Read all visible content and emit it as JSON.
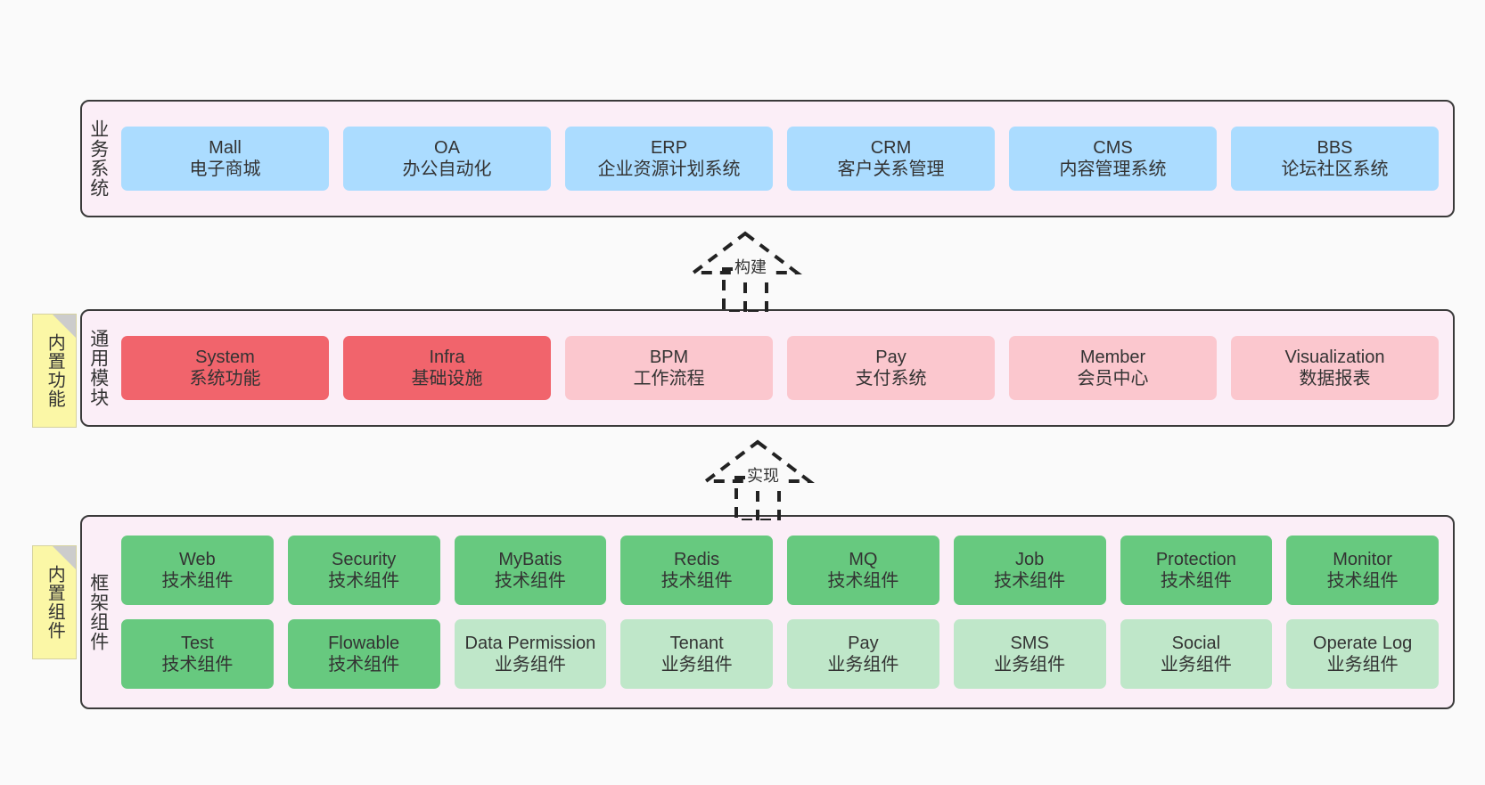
{
  "diagram": {
    "background": "#fafafa",
    "colors": {
      "layer_bg": "#fbeef7",
      "layer_border": "#3a3a3a",
      "blue": "#abdcff",
      "red": "#f1646c",
      "pink": "#fbc7ce",
      "green": "#67c97f",
      "green_light": "#bfe7c9",
      "note_bg": "#fbf7a6",
      "note_fold": "#cccccc"
    }
  },
  "layers": [
    {
      "id": "business-system",
      "title": "业务系统",
      "rows": [
        {
          "cells": [
            {
              "name": "mall",
              "t1": "Mall",
              "t2": "电子商城",
              "color": "c-blue"
            },
            {
              "name": "oa",
              "t1": "OA",
              "t2": "办公自动化",
              "color": "c-blue"
            },
            {
              "name": "erp",
              "t1": "ERP",
              "t2": "企业资源计划系统",
              "color": "c-blue"
            },
            {
              "name": "crm",
              "t1": "CRM",
              "t2": "客户关系管理",
              "color": "c-blue"
            },
            {
              "name": "cms",
              "t1": "CMS",
              "t2": "内容管理系统",
              "color": "c-blue"
            },
            {
              "name": "bbs",
              "t1": "BBS",
              "t2": "论坛社区系统",
              "color": "c-blue"
            }
          ]
        }
      ]
    },
    {
      "id": "common-module",
      "title": "通用模块",
      "note": "内置功能",
      "rows": [
        {
          "cells": [
            {
              "name": "system",
              "t1": "System",
              "t2": "系统功能",
              "color": "c-red"
            },
            {
              "name": "infra",
              "t1": "Infra",
              "t2": "基础设施",
              "color": "c-red"
            },
            {
              "name": "bpm",
              "t1": "BPM",
              "t2": "工作流程",
              "color": "c-pink"
            },
            {
              "name": "pay",
              "t1": "Pay",
              "t2": "支付系统",
              "color": "c-pink"
            },
            {
              "name": "member",
              "t1": "Member",
              "t2": "会员中心",
              "color": "c-pink"
            },
            {
              "name": "visualization",
              "t1": "Visualization",
              "t2": "数据报表",
              "color": "c-pink"
            }
          ]
        }
      ]
    },
    {
      "id": "framework-component",
      "title": "框架组件",
      "note": "内置组件",
      "rows": [
        {
          "cells": [
            {
              "name": "web",
              "t1": "Web",
              "t2": "技术组件",
              "color": "c-green"
            },
            {
              "name": "security",
              "t1": "Security",
              "t2": "技术组件",
              "color": "c-green"
            },
            {
              "name": "mybatis",
              "t1": "MyBatis",
              "t2": "技术组件",
              "color": "c-green"
            },
            {
              "name": "redis",
              "t1": "Redis",
              "t2": "技术组件",
              "color": "c-green"
            },
            {
              "name": "mq",
              "t1": "MQ",
              "t2": "技术组件",
              "color": "c-green"
            },
            {
              "name": "job",
              "t1": "Job",
              "t2": "技术组件",
              "color": "c-green"
            },
            {
              "name": "protection",
              "t1": "Protection",
              "t2": "技术组件",
              "color": "c-green"
            },
            {
              "name": "monitor",
              "t1": "Monitor",
              "t2": "技术组件",
              "color": "c-green"
            }
          ]
        },
        {
          "cells": [
            {
              "name": "test",
              "t1": "Test",
              "t2": "技术组件",
              "color": "c-green"
            },
            {
              "name": "flowable",
              "t1": "Flowable",
              "t2": "技术组件",
              "color": "c-green"
            },
            {
              "name": "data-permission",
              "t1": "Data Permission",
              "t2": "业务组件",
              "color": "c-green-light"
            },
            {
              "name": "tenant",
              "t1": "Tenant",
              "t2": "业务组件",
              "color": "c-green-light"
            },
            {
              "name": "pay",
              "t1": "Pay",
              "t2": "业务组件",
              "color": "c-green-light"
            },
            {
              "name": "sms",
              "t1": "SMS",
              "t2": "业务组件",
              "color": "c-green-light"
            },
            {
              "name": "social",
              "t1": "Social",
              "t2": "业务组件",
              "color": "c-green-light"
            },
            {
              "name": "operate-log",
              "t1": "Operate Log",
              "t2": "业务组件",
              "color": "c-green-light"
            }
          ]
        }
      ]
    }
  ],
  "connectors": [
    {
      "id": "build",
      "label": "构建"
    },
    {
      "id": "implement",
      "label": "实现"
    }
  ]
}
